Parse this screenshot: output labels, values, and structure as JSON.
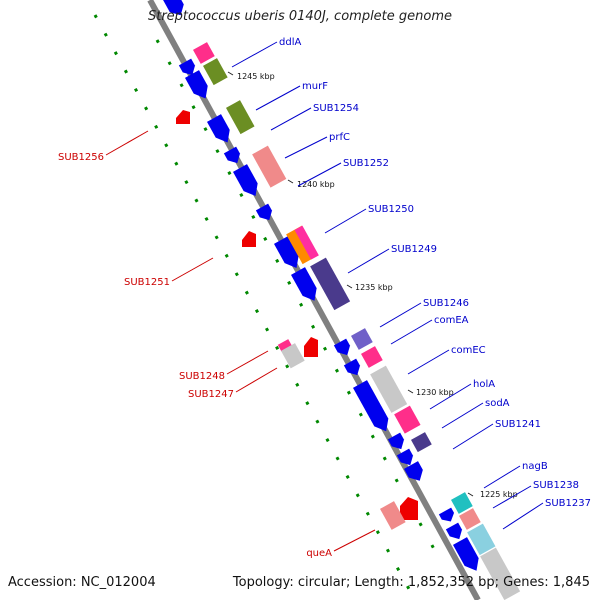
{
  "header": {
    "title": "Streptococcus uberis 0140J, complete genome"
  },
  "footer": {
    "accession": "Accession: NC_012004",
    "topology": "Topology: circular; Length: 1,852,352 bp; Genes: 1,845"
  },
  "colors": {
    "backbone": "#808080",
    "cds": "#0000ee",
    "rna_like": "#ee0000",
    "gc_skew": "#008800",
    "label_forward": "#0000cc",
    "label_reverse": "#cc0000"
  },
  "ticks": [
    "1245 kbp",
    "1240 kbp",
    "1235 kbp",
    "1230 kbp",
    "1225 kbp"
  ],
  "genes_forward": [
    "ddlA",
    "murF",
    "SUB1254",
    "prfC",
    "SUB1252",
    "SUB1250",
    "SUB1249",
    "SUB1246",
    "comEA",
    "comEC",
    "holA",
    "sodA",
    "SUB1241",
    "nagB",
    "SUB1238",
    "SUB1237"
  ],
  "genes_reverse": [
    "SUB1256",
    "SUB1251",
    "SUB1248",
    "SUB1247",
    "queA"
  ]
}
